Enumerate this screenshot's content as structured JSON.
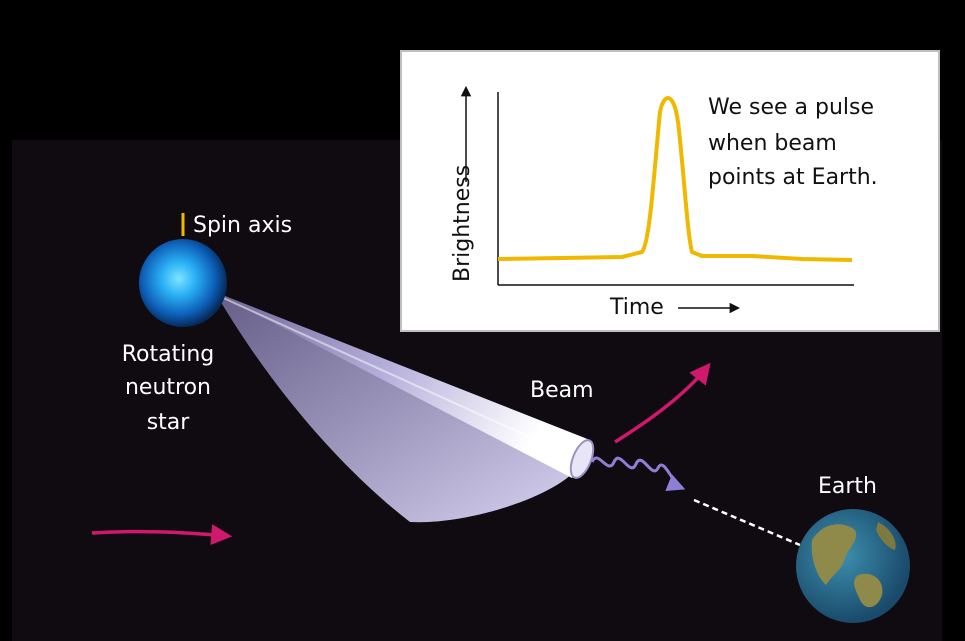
{
  "labels": {
    "spin_axis": "Spin axis",
    "star_line1": "Rotating",
    "star_line2": "neutron",
    "star_line3": "star",
    "beam": "Beam",
    "earth": "Earth"
  },
  "inset": {
    "ylabel": "Brightness",
    "xlabel": "Time",
    "caption_line1": "We see a pulse",
    "caption_line2": "when beam",
    "caption_line3": "points at Earth."
  },
  "colors": {
    "background": "#000000",
    "panel": "#0f0b10",
    "star": "#2aa8f0",
    "beam": "#cfc8ee",
    "rotation_arrow": "#d0186c",
    "wave": "#8e7fd6",
    "pulse_curve": "#f0b800",
    "spin_axis": "#f0b800"
  }
}
